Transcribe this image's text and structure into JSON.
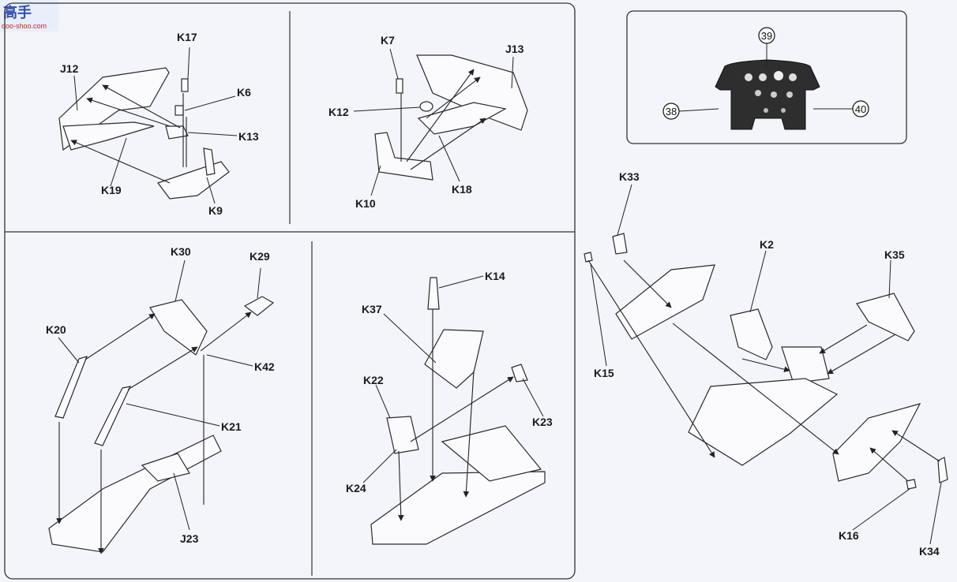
{
  "watermark": {
    "logo_text": "高手",
    "site_text": "ooo-shoo.com"
  },
  "panels": {
    "top_left": {
      "labels": [
        "J12",
        "K17",
        "K6",
        "K13",
        "K19",
        "K9"
      ]
    },
    "top_mid": {
      "labels": [
        "K7",
        "J13",
        "K12",
        "K10",
        "K18"
      ]
    },
    "inset": {
      "callouts": [
        "39",
        "38",
        "40"
      ]
    },
    "bot_left": {
      "labels": [
        "K30",
        "K29",
        "K20",
        "K42",
        "K21",
        "J23"
      ]
    },
    "bot_mid": {
      "labels": [
        "K14",
        "K37",
        "K22",
        "K23",
        "K24"
      ]
    },
    "right": {
      "labels": [
        "K33",
        "K2",
        "K35",
        "K15",
        "K16",
        "K34"
      ]
    }
  }
}
